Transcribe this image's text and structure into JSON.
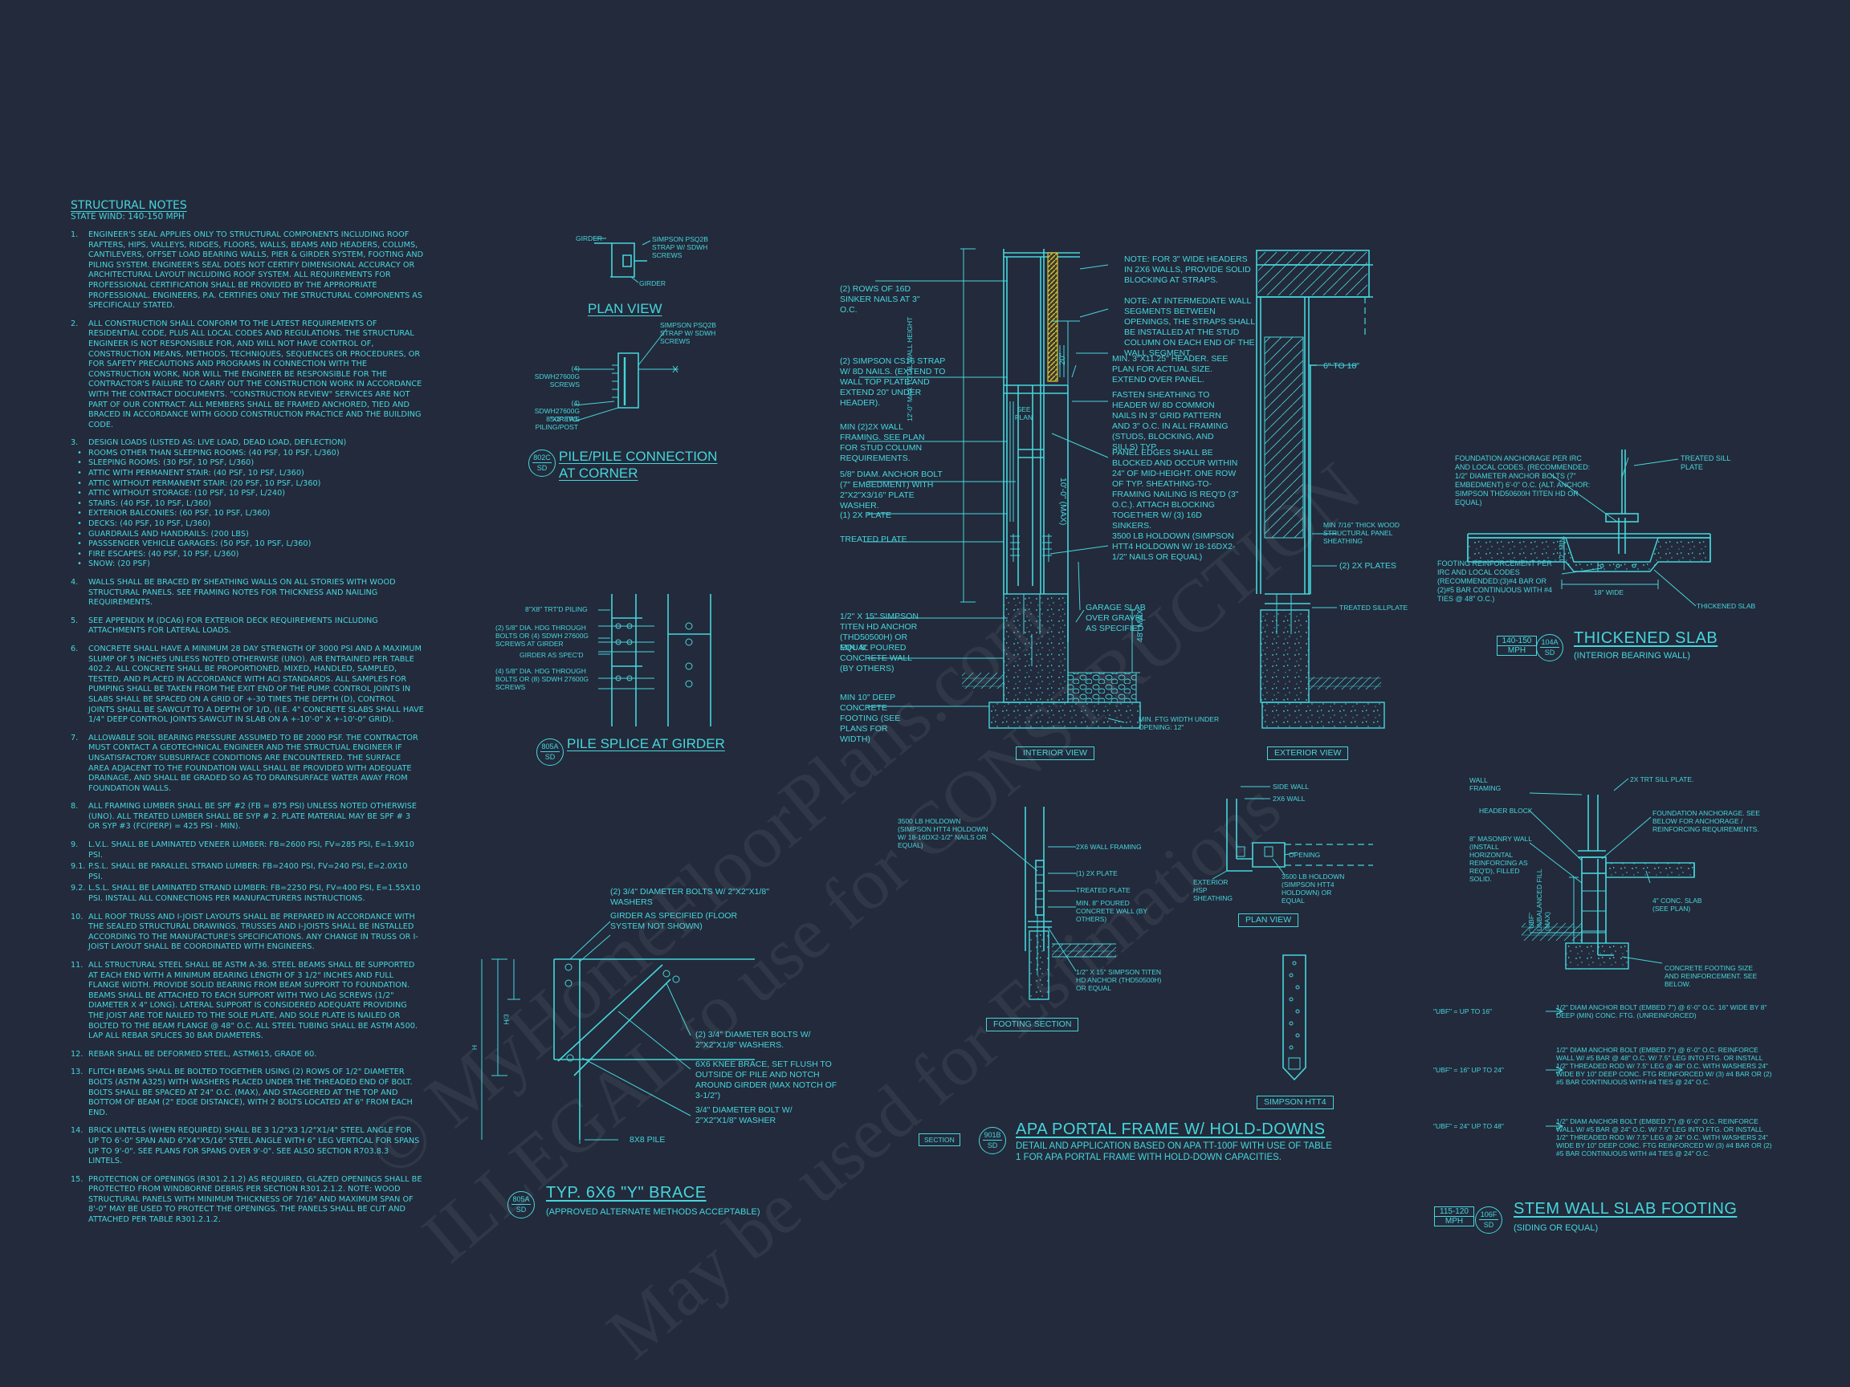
{
  "notes": {
    "title": "STRUCTURAL NOTES",
    "wind": "STATE Wind: 140-150 mph",
    "items": [
      {
        "num": "1.",
        "text": "ENGINEER'S SEAL APPLIES ONLY TO STRUCTURAL COMPONENTS INCLUDING ROOF RAFTERS, HIPS, VALLEYS, RIDGES, FLOORS, WALLS, BEAMS AND HEADERS, COLUMS, CANTILEVERS, OFFSET LOAD BEARING WALLS, PIER & GIRDER SYSTEM, FOOTING AND PILING SYSTEM. ENGINEER'S SEAL DOES NOT CERTIFY DIMENSIONAL ACCURACY OR ARCHITECTURAL LAYOUT INCLUDING ROOF SYSTEM. ALL REQUIREMENTS FOR PROFESSIONAL CERTIFICATION SHALL BE PROVIDED BY THE APPROPRIATE PROFESSIONAL. ENGINEERS, P.A. CERTIFIES ONLY THE STRUCTURAL COMPONENTS AS SPECIFICALLY STATED."
      },
      {
        "num": "2.",
        "text": "ALL CONSTRUCTION SHALL CONFORM TO THE LATEST REQUIREMENTS OF RESIDENTIAL CODE, PLUS ALL LOCAL CODES AND REGULATIONS. THE STRUCTURAL ENGINEER IS NOT RESPONSIBLE FOR, AND WILL NOT HAVE CONTROL OF, CONSTRUCTION MEANS, METHODS, TECHNIQUES, SEQUENCES OR PROCEDURES, OR FOR SAFETY PRECAUTIONS AND PROGRAMS IN CONNECTION WITH THE CONSTRUCTION WORK, NOR WILL THE ENGINEER BE RESPONSIBLE FOR THE CONTRACTOR'S FAILURE TO CARRY OUT THE CONSTRUCTION WORK IN ACCORDANCE WITH THE CONTRACT DOCUMENTS. \"CONSTRUCTION REVIEW\" SERVICES ARE NOT PART OF OUR CONTRACT. ALL MEMBERS SHALL BE FRAMED ANCHORED, TIED AND BRACED IN ACCORDANCE WITH GOOD CONSTRUCTION PRACTICE AND THE BUILDING CODE."
      },
      {
        "num": "3.",
        "text": "DESIGN LOADS (LISTED AS: LIVE LOAD, DEAD LOAD, DEFLECTION)"
      }
    ],
    "loads": [
      "ROOMS OTHER THAN SLEEPING ROOMS: (40 PSF, 10 PSF, L/360)",
      "SLEEPING ROOMS: (30 PSF, 10 PSF, L/360)",
      "ATTIC WITH PERMANENT STAIR: (40 PSF, 10 PSF, L/360)",
      "ATTIC WITHOUT PERMANENT STAIR: (20 PSF, 10 PSF, L/360)",
      "ATTIC WITHOUT STORAGE: (10 PSF, 10 PSF, L/240)",
      "STAIRS: (40 PSF, 10 PSF, L/360)",
      "EXTERIOR BALCONIES: (60 PSF, 10 PSF, L/360)",
      "DECKS: (40 PSF, 10 PSF, L/360)",
      "GUARDRAILS AND HANDRAILS: (200 LBS)",
      "PASSSENGER VEHICLE GARAGES: (50 PSF, 10 PSF, L/360)",
      "FIRE ESCAPES: (40 PSF, 10 PSF, L/360)",
      "SNOW: (20 PSF)"
    ],
    "items2": [
      {
        "num": "4.",
        "text": "WALLS SHALL BE BRACED BY SHEATHING WALLS ON ALL STORIES WITH WOOD STRUCTURAL PANELS. SEE FRAMING NOTES FOR THICKNESS AND NAILING REQUIREMENTS."
      },
      {
        "num": "5.",
        "text": "SEE APPENDIX M (DCA6) FOR EXTERIOR DECK REQUIREMENTS INCLUDING ATTACHMENTS FOR LATERAL LOADS."
      },
      {
        "num": "6.",
        "text": "CONCRETE SHALL HAVE A MINIMUM 28 DAY STRENGTH OF 3000 PSI AND A MAXIMUM SLUMP OF 5 INCHES UNLESS NOTED OTHERWISE (UNO). AIR ENTRAINED PER TABLE 402.2. ALL CONCRETE SHALL BE PROPORTIONED, MIXED, HANDLED, SAMPLED, TESTED, AND PLACED IN ACCORDANCE WITH ACI STANDARDS. ALL SAMPLES FOR PUMPING SHALL BE TAKEN FROM THE EXIT END OF THE PUMP. CONTROL JOINTS IN SLABS SHALL BE SPACED ON A GRID OF +-30 TIMES THE DEPTH (D), CONTROL JOINTS SHALL BE SAWCUT TO A DEPTH OF 1/D, (I.E. 4\" CONCRETE SLABS SHALL HAVE 1/4\" DEEP CONTROL JOINTS SAWCUT IN SLAB ON A +-10'-0\" x +-10'-0\" GRID)."
      },
      {
        "num": "7.",
        "text": "ALLOWABLE SOIL BEARING PRESSURE ASSUMED TO BE 2000 PSF. THE CONTRACTOR MUST CONTACT A GEOTECHNICAL ENGINEER AND THE STRUCTUAL ENGINEER IF UNSATISFACTORY SUBSURFACE CONDITIONS ARE ENCOUNTERED. THE SURFACE AREA ADJACENT TO THE FOUNDATION WALL SHALL BE PROVIDED WITH ADEQUATE DRAINAGE, AND SHALL BE GRADED SO AS TO DRAINSURFACE WATER AWAY FROM FOUNDATION WALLS."
      },
      {
        "num": "8.",
        "text": "ALL FRAMING LUMBER SHALL BE SPF #2 (Fb = 875 PSI) UNLESS NOTED OTHERWISE (UNO). ALL TREATED LUMBER SHALL BE SYP # 2. PLATE MATERIAL MAY BE SPF # 3 OR SYP #3 (Fc(perp) = 425 PSI - MIN)."
      },
      {
        "num": "9.",
        "text": "L.V.L. SHALL BE LAMINATED VENEER LUMBER: Fb=2600 PSI, Fv=285 PSI, E=1.9x10 PSI."
      },
      {
        "num": "9.1.",
        "text": "P.S.L. SHALL BE PARALLEL STRAND LUMBER: Fb=2400 PSI, Fv=240 PSI, E=2.0x10 PSI."
      },
      {
        "num": "9.2.",
        "text": "L.S.L. SHALL BE LAMINATED STRAND LUMBER: Fb=2250 PSI, Fv=400 PSI, E=1.55x10 PSI. INSTALL ALL CONNECTIONS PER MANUFACTURERS INSTRUCTIONS."
      },
      {
        "num": "10.",
        "text": "ALL ROOF TRUSS AND I-JOIST LAYOUTS SHALL BE PREPARED IN ACCORDANCE WITH THE SEALED STRUCTURAL DRAWINGS. TRUSSES AND I-JOISTS SHALL BE INSTALLED ACCORDING TO THE MANUFACTURE'S SPECIFICATIONS. ANY CHANGE IN TRUSS OR I-JOIST LAYOUT SHALL BE COORDINATED WITH ENGINEERS."
      },
      {
        "num": "11.",
        "text": "ALL STRUCTURAL STEEL SHALL BE ASTM A-36. STEEL BEAMS SHALL BE SUPPORTED AT EACH END WITH A MINIMUM BEARING LENGTH OF 3 1/2\" INCHES AND FULL FLANGE WIDTH. PROVIDE SOLID BEARING FROM BEAM SUPPORT TO FOUNDATION. BEAMS SHALL BE ATTACHED TO EACH SUPPORT WITH TWO LAG SCREWS (1/2\" DIAMETER x 4\" LONG). LATERAL SUPPORT IS CONSIDERED ADEQUATE PROVIDING THE JOIST ARE TOE NAILED TO THE SOLE PLATE, AND SOLE PLATE IS NAILED OR BOLTED TO THE BEAM FLANGE @ 48\" O.C. ALL STEEL TUBING SHALL BE ASTM A500. LAP ALL REBAR SPLICES 30 BAR DIAMETERS."
      },
      {
        "num": "12.",
        "text": "REBAR SHALL BE DEFORMED STEEL, ASTM615, GRADE 60."
      },
      {
        "num": "13.",
        "text": "FLITCH BEAMS SHALL BE BOLTED TOGETHER USING (2) ROWS OF 1/2\" DIAMETER BOLTS (ASTM A325) WITH WASHERS PLACED UNDER THE THREADED END OF BOLT. BOLTS SHALL BE SPACED AT 24\" O.C. (MAX), AND STAGGERED AT THE TOP AND BOTTOM OF BEAM (2\" EDGE DISTANCE), WITH 2 BOLTS LOCATED AT 6\" FROM EACH END."
      },
      {
        "num": "14.",
        "text": "BRICK LINTELS (WHEN REQUIRED) SHALL BE 3 1/2\"x3 1/2\"x1/4\" STEEL ANGLE FOR UP TO 6'-0\" SPAN AND 6\"x4\"x5/16\" STEEL ANGLE WITH 6\" LEG VERTICAL FOR SPANS UP TO 9'-0\". SEE PLANS FOR SPANS OVER 9'-0\". SEE ALSO SECTION R703.8.3 LINTELS."
      },
      {
        "num": "15.",
        "text": "PROTECTION OF OPENINGS (R301.2.1.2) AS REQUIRED, GLAZED OPENINGS SHALL BE PROTECTED FROM WINDBORNE DEBRIS PER SECTION R301.2.1.2. NOTE: WOOD STRUCTURAL PANELS WITH MINIMUM THICKNESS OF 7/16\" AND MAXIMUM SPAN OF 8'-0\" MAY BE USED TO PROTECT THE OPENINGS. THE PANELS SHALL BE CUT AND ATTACHED PER TABLE R301.2.1.2."
      }
    ]
  },
  "pile_corner": {
    "labels": {
      "girder_top": "GIRDER",
      "strap_top": "SIMPSON PSQ2B STRAP W/ SDWH SCREWS",
      "girder_bot": "GIRDER",
      "plan_view": "PLAN VIEW",
      "strap_side": "SIMPSON PSQ2B STRAP W/ SDWH SCREWS",
      "screws1": "(4) SDWH27600G SCREWS",
      "screws2": "(4) SDWH27600G SCREWS",
      "pile": "8\"x8\" TRT PILING/POST"
    },
    "tag_top": "802C",
    "tag_bot": "SD",
    "title1": "PILE/PILE CONNECTION",
    "title2": "AT CORNER"
  },
  "pile_splice": {
    "labels": {
      "piling": "8\"x8\" TRT'D PILING",
      "bolts1": "(2) 5/8\" DIA. HDG THROUGH BOLTS OR (4) SDWH 27600G SCREWS AT GIRDER",
      "girder": "GIRDER AS SPEC'D",
      "bolts2": "(4) 5/8\" DIA. HDG THROUGH BOLTS OR (8) SDWH 27600G SCREWS"
    },
    "tag_top": "805A",
    "tag_bot": "SD",
    "title": "PILE SPLICE AT GIRDER"
  },
  "brace": {
    "labels": {
      "bolts_top": "(2) 3/4\" DIAMETER BOLTS W/ 2\"x2\"x1/8\" WASHERS",
      "girder": "GIRDER AS SPECIFIED (FLOOR SYSTEM NOT SHOWN)",
      "bolts_mid": "(2) 3/4\" DIAMETER BOLTS W/ 2\"x2\"x1/8\" WASHERS.",
      "knee": "6x6 KNEE BRACE, SET FLUSH TO OUTSIDE OF PILE AND NOTCH AROUND GIRDER (MAX NOTCH OF 3-1/2\")",
      "bolt_one": "3/4\" DIAMETER BOLT W/ 2\"x2\"x1/8\" WASHER",
      "pile": "8x8 PILE",
      "dim_h": "H",
      "dim_h3": "H/3"
    },
    "tag_top": "805A",
    "tag_bot": "SD",
    "title": "TYP. 6x6 \"Y\" BRACE",
    "subtitle": "(APPROVED ALTERNATE METHODS ACCEPTABLE)"
  },
  "portal": {
    "left_labels": [
      "(2) ROWS OF 16d SINKER NAILS AT 3\" O.C.",
      "(2) SIMPSON CS16 STRAP W/ 8d NAILS. (EXTEND TO WALL TOP PLATE AND EXTEND 20\" UNDER HEADER).",
      "MIN (2)2X WALL FRAMING. SEE PLAN FOR STUD COLUMN REQUIREMENTS.",
      "5/8\" DIAM. ANCHOR BOLT (7\" EMBEDMENT) WITH 2\"x2\"x3/16\" PLATE WASHER.",
      "(1) 2x PLATE",
      "TREATED PLATE",
      "1/2\" x 15\" SIMPSON TITEN HD ANCHOR (THD50500H) OR EQUAL",
      "MIN. 8\" POURED CONCRETE WALL (BY OTHERS)",
      "MIN 10\" DEEP CONCRETE FOOTING (SEE PLANS FOR WIDTH)"
    ],
    "mid_labels": [
      "NOTE: FOR 3\" WIDE HEADERS IN 2x6 WALLS, PROVIDE SOLID BLOCKING AT STRAPS.",
      "NOTE: AT INTERMEDIATE WALL SEGMENTS BETWEEN OPENINGS, THE STRAPS SHALL BE INSTALLED AT THE STUD COLUMN ON EACH END OF THE WALL SEGMENT.",
      "MIN. 3\"x11.25\" HEADER. SEE PLAN FOR ACTUAL SIZE. EXTEND OVER PANEL.",
      "FASTEN SHEATHING TO HEADER W/ 8d COMMON NAILS IN 3\" GRID PATTERN AND 3\" O.C. IN ALL FRAMING (STUDS, BLOCKING, AND SILLS) TYP.",
      "PANEL EDGES SHALL BE BLOCKED AND OCCUR WITHIN 24\" OF MID-HEIGHT. ONE ROW OF TYP. SHEATHING-TO-FRAMING NAILING IS REQ'D (3\" O.C.). ATTACH BLOCKING TOGETHER W/ (3) 16d SINKERS.",
      "3500 LB HOLDOWN (SIMPSON HTT4 HOLDOWN W/ 18-16dx2-1/2\" NAILS OR EQUAL)",
      "GARAGE SLAB OVER GRAVEL AS SPECIFIED",
      "MIN. FTG WIDTH UNDER OPENING: 12\""
    ],
    "dims": {
      "wall_h": "12'-0\" MAX TOTAL WALL HEIGHT",
      "see_plan": "SEE PLAN",
      "max10": "10'-0\" (MAX)",
      "d20": "20\"",
      "d48": "48\" MAX",
      "d6to18": "6\" TO 18\""
    },
    "ext_labels": [
      "MIN 7/16\" THICK WOOD STRUCTURAL PANEL SHEATHING",
      "(2) 2x PLATES",
      "TREATED SILLPLATE"
    ],
    "interior_view": "INTERIOR VIEW",
    "exterior_view": "EXTERIOR VIEW",
    "footing": [
      "3500 LB HOLDOWN (SIMPSON HTT4 HOLDOWN W/ 18-16dx2-1/2\" NAILS OR EQUAL)",
      "2x6 WALL FRAMING",
      "(1) 2x PLATE",
      "TREATED PLATE",
      "MIN. 8\" POURED CONCRETE WALL (BY OTHERS)",
      "1/2\" x 15\" SIMPSON TITEN HD ANCHOR (THD50500H) OR EQUAL"
    ],
    "footing_section": "FOOTING SECTION",
    "plan": [
      "SIDE WALL",
      "2x6 WALL",
      "OPENING",
      "EXTERIOR HSP SHEATHING",
      "3500 LB HOLDOWN (SIMPSON HTT4 HOLDOWN) OR EQUAL"
    ],
    "plan_view": "PLAN VIEW",
    "simpson": "SIMPSON HTT4",
    "section": "SECTION",
    "tag_top": "901B",
    "tag_bot": "SD",
    "title": "APA PORTAL FRAME W/ HOLD-DOWNS",
    "desc": "DETAIL AND APPLICATION BASED ON APA TT-100F WITH USE OF TABLE 1 FOR APA PORTAL FRAME WITH HOLD-DOWN CAPACITIES."
  },
  "thick_slab": {
    "labels": [
      "FOUNDATION ANCHORAGE PER IRC AND LOCAL CODES. (RECOMMENDED: 1/2\" DIAMETER ANCHOR BOLTS (7\" EMBEDMENT) 6'-0\" O.C. (ALT. ANCHOR: SIMPSON THD50600H TITEN HD OR EQUAL)",
      "TREATED SILL PLATE",
      "FOOTING REINFORCEMENT PER IRC AND LOCAL CODES (RECOMMENDED:(3)#4 BAR OR (2)#5 BAR CONTINUOUS WITH #4 TIES @ 48\" O.C.)",
      "THICKENED SLAB"
    ],
    "dims": {
      "d12": "12\" MIN.",
      "d18": "18\" WIDE"
    },
    "mph_top": "140-150",
    "mph_bot": "MPH",
    "tag_top": "104A",
    "tag_bot": "SD",
    "title": "THICKENED SLAB",
    "subtitle": "(INTERIOR BEARING WALL)"
  },
  "stem_wall": {
    "labels_left": [
      "WALL FRAMING",
      "HEADER BLOCK",
      "8\" MASONRY WALL (INSTALL HORIZONTAL REINFORCING AS REQ'D), FILLED SOLID."
    ],
    "labels_right": [
      "2X TRT SILL PLATE.",
      "FOUNDATION ANCHORAGE. SEE BELOW FOR ANCHORAGE / REINFORCING REQUIREMENTS.",
      "4\" CONC. SLAB (SEE PLAN)",
      "CONCRETE FOOTING SIZE AND REINFORCEMENT. SEE BELOW."
    ],
    "dim": "\"UBF\" UNBALANCED FILL (MAX)",
    "ubf": [
      {
        "key": "\"UBF\" = UP TO 16\"",
        "val": "1/2\" DIAM ANCHOR BOLT (EMBED 7\") @ 6'-0\" O.C. 16\" WIDE BY 8\" DEEP (MIN) CONC. FTG. (UNREINFORCED)"
      },
      {
        "key": "\"UBF\" = 16\" UP TO 24\"",
        "val": "1/2\" DIAM ANCHOR BOLT (EMBED 7\") @ 6'-0\" O.C. REINFORCE WALL W/ #5 BAR @ 48\" O.C. W/ 7.5\" LEG INTO FTG. OR INSTALL 1/2\" THREADED ROD W/ 7.5\" LEG @ 48\" O.C. WITH WASHERS 24\" WIDE BY 10\" DEEP CONC. FTG REINFORCED W/ (3) #4 BAR OR (2) #5 BAR CONTINUOUS WITH #4 TIES @ 24\" O.C."
      },
      {
        "key": "\"UBF\" = 24\" UP TO 48\"",
        "val": "1/2\" DIAM ANCHOR BOLT (EMBED 7\") @ 6'-0\" O.C. REINFORCE WALL W/ #5 BAR @ 24\" O.C. W/ 7.5\" LEG INTO FTG. OR INSTALL 1/2\" THREADED ROD W/ 7.5\" LEG @ 24\" O.C. WITH WASHERS 24\" WIDE BY 10\" DEEP CONC. FTG REINFORCED W/ (3) #4 BAR OR (2) #5 BAR CONTINUOUS WITH #4 TIES @ 24\" O.C."
      }
    ],
    "mph_top": "115-120",
    "mph_bot": "MPH",
    "tag_top": "106F",
    "tag_bot": "SD",
    "title": "STEM WALL SLAB FOOTING",
    "subtitle": "(SIDING OR EQUAL)"
  },
  "watermark": [
    "© MyHomeFloorPlans.com",
    "ILLEGAL to use for CONSTRUCTION",
    "May be used for Estimations"
  ],
  "colors": {
    "background": "#232a3b",
    "line": "#45d6dc",
    "accent": "#d8c23c"
  }
}
